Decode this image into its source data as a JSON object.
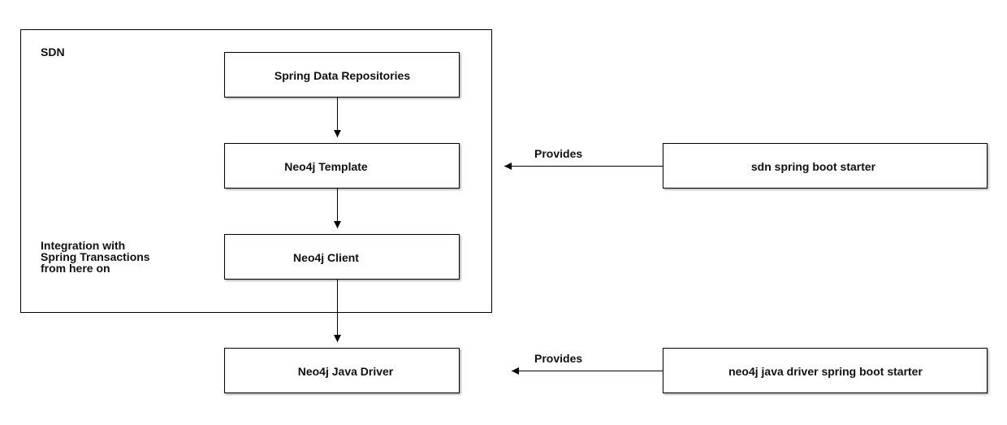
{
  "sdn_group": {
    "title": "SDN"
  },
  "boxes": {
    "repositories": "Spring Data Repositories",
    "template": "Neo4j Template",
    "client": "Neo4j Client",
    "driver": "Neo4j Java Driver",
    "sdn_starter": "sdn spring boot starter",
    "driver_starter": "neo4j java driver spring boot starter"
  },
  "annotations": {
    "integration_line1": "Integration with",
    "integration_line2": "Spring Transactions",
    "integration_line3": "from here on"
  },
  "edges": {
    "provides_top": "Provides",
    "provides_bottom": "Provides"
  }
}
